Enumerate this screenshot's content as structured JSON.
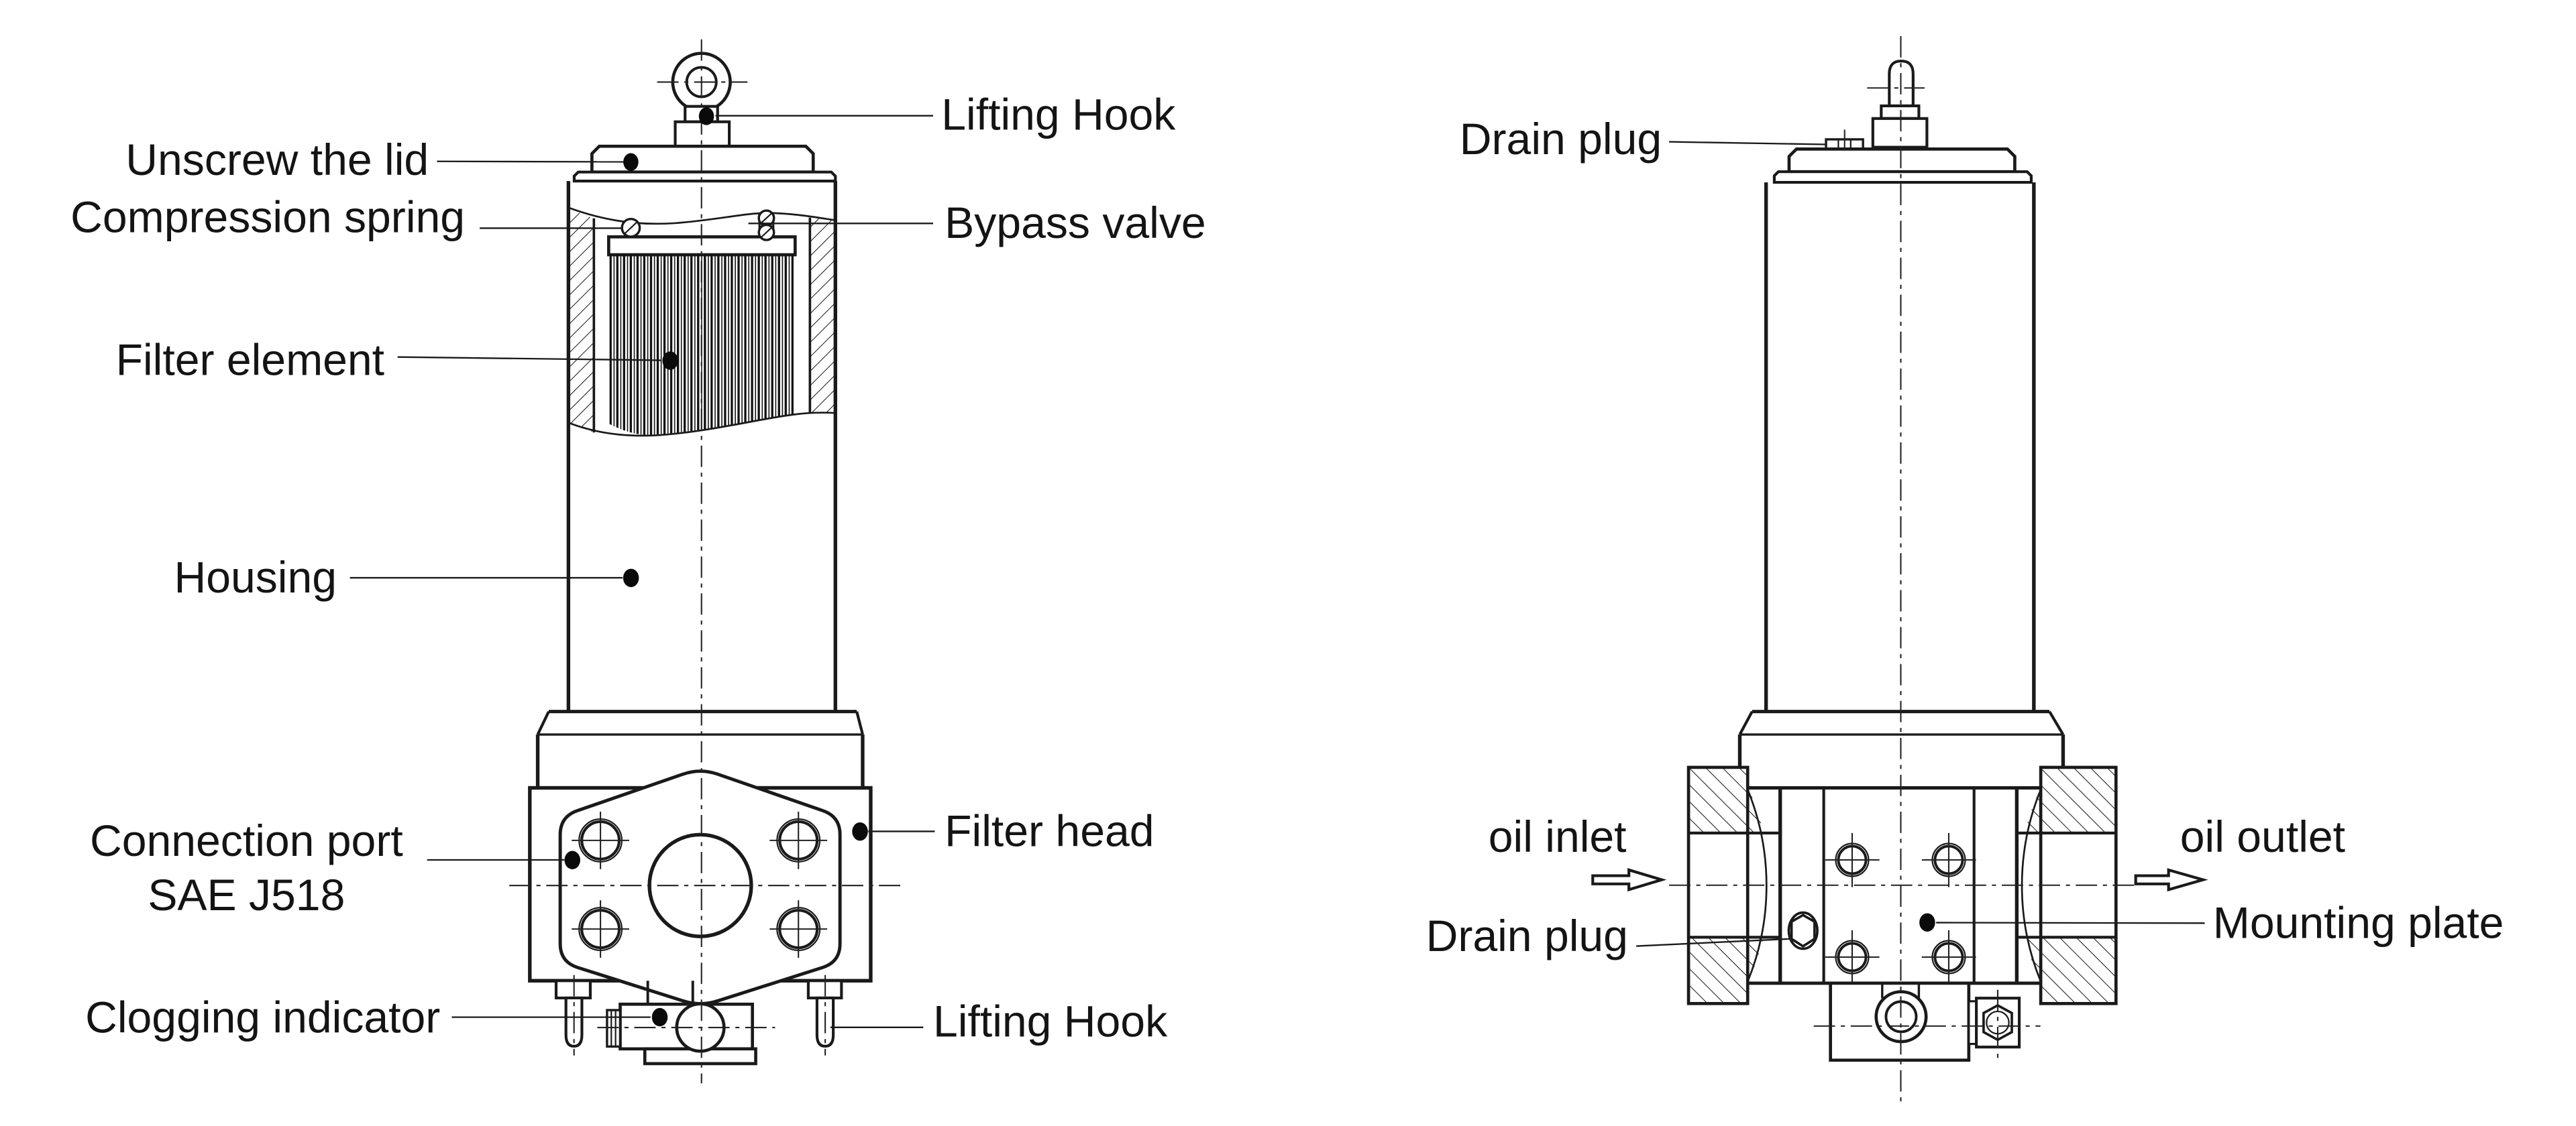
{
  "diagram": {
    "kind": "hydraulic inline filter technical drawing",
    "colors": {
      "line": "#1a1a1a",
      "text": "#141414",
      "background": "#ffffff"
    }
  },
  "left_view": {
    "labels": {
      "lifting_hook_top": "Lifting Hook",
      "unscrew_lid": "Unscrew the lid",
      "compression_spring": "Compression spring",
      "bypass_valve": "Bypass valve",
      "filter_element": "Filter element",
      "housing": "Housing",
      "connection_port_line1": "Connection port",
      "connection_port_line2": "SAE J518",
      "filter_head": "Filter head",
      "clogging_indicator": "Clogging indicator",
      "lifting_hook_bottom": "Lifting Hook"
    }
  },
  "right_view": {
    "labels": {
      "drain_plug_top": "Drain plug",
      "oil_inlet": "oil inlet",
      "oil_outlet": "oil outlet",
      "drain_plug_bottom": "Drain plug",
      "mounting_plate": "Mounting plate"
    }
  }
}
